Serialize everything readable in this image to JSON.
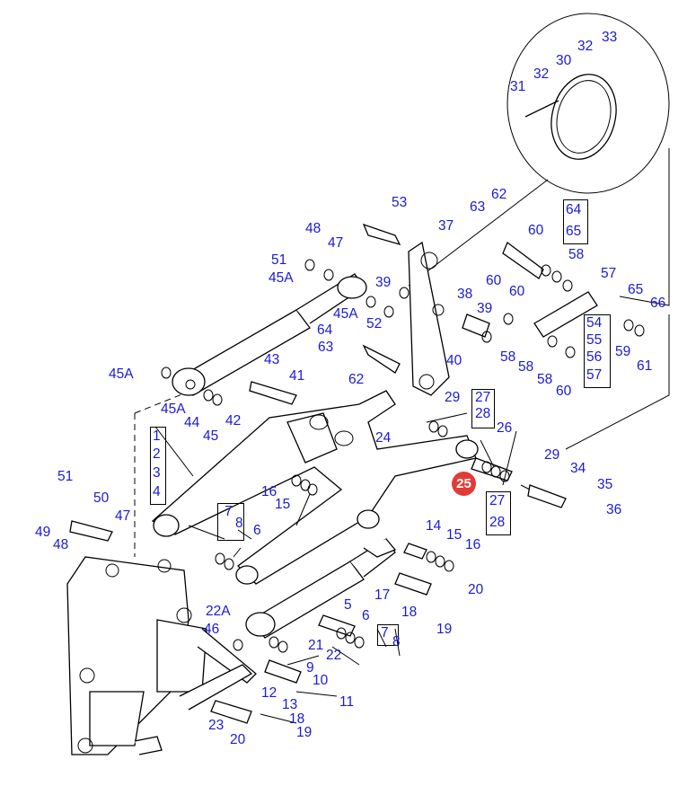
{
  "selected_callout": "25",
  "callouts": [
    "1",
    "2",
    "3",
    "4",
    "5",
    "6",
    "6",
    "7",
    "7",
    "8",
    "8",
    "9",
    "10",
    "11",
    "12",
    "13",
    "14",
    "15",
    "15",
    "16",
    "16",
    "17",
    "18",
    "18",
    "19",
    "19",
    "20",
    "20",
    "21",
    "22",
    "22A",
    "23",
    "24",
    "26",
    "27",
    "27",
    "28",
    "28",
    "29",
    "29",
    "30",
    "31",
    "32",
    "32",
    "33",
    "34",
    "35",
    "36",
    "37",
    "38",
    "39",
    "39",
    "40",
    "41",
    "42",
    "43",
    "44",
    "45",
    "45A",
    "45A",
    "45A",
    "45A",
    "46",
    "47",
    "47",
    "48",
    "48",
    "49",
    "50",
    "51",
    "51",
    "52",
    "53",
    "54",
    "55",
    "56",
    "57",
    "57",
    "58",
    "58",
    "58",
    "58",
    "59",
    "60",
    "60",
    "60",
    "60",
    "61",
    "62",
    "62",
    "63",
    "63",
    "64",
    "64",
    "65",
    "65",
    "66"
  ]
}
